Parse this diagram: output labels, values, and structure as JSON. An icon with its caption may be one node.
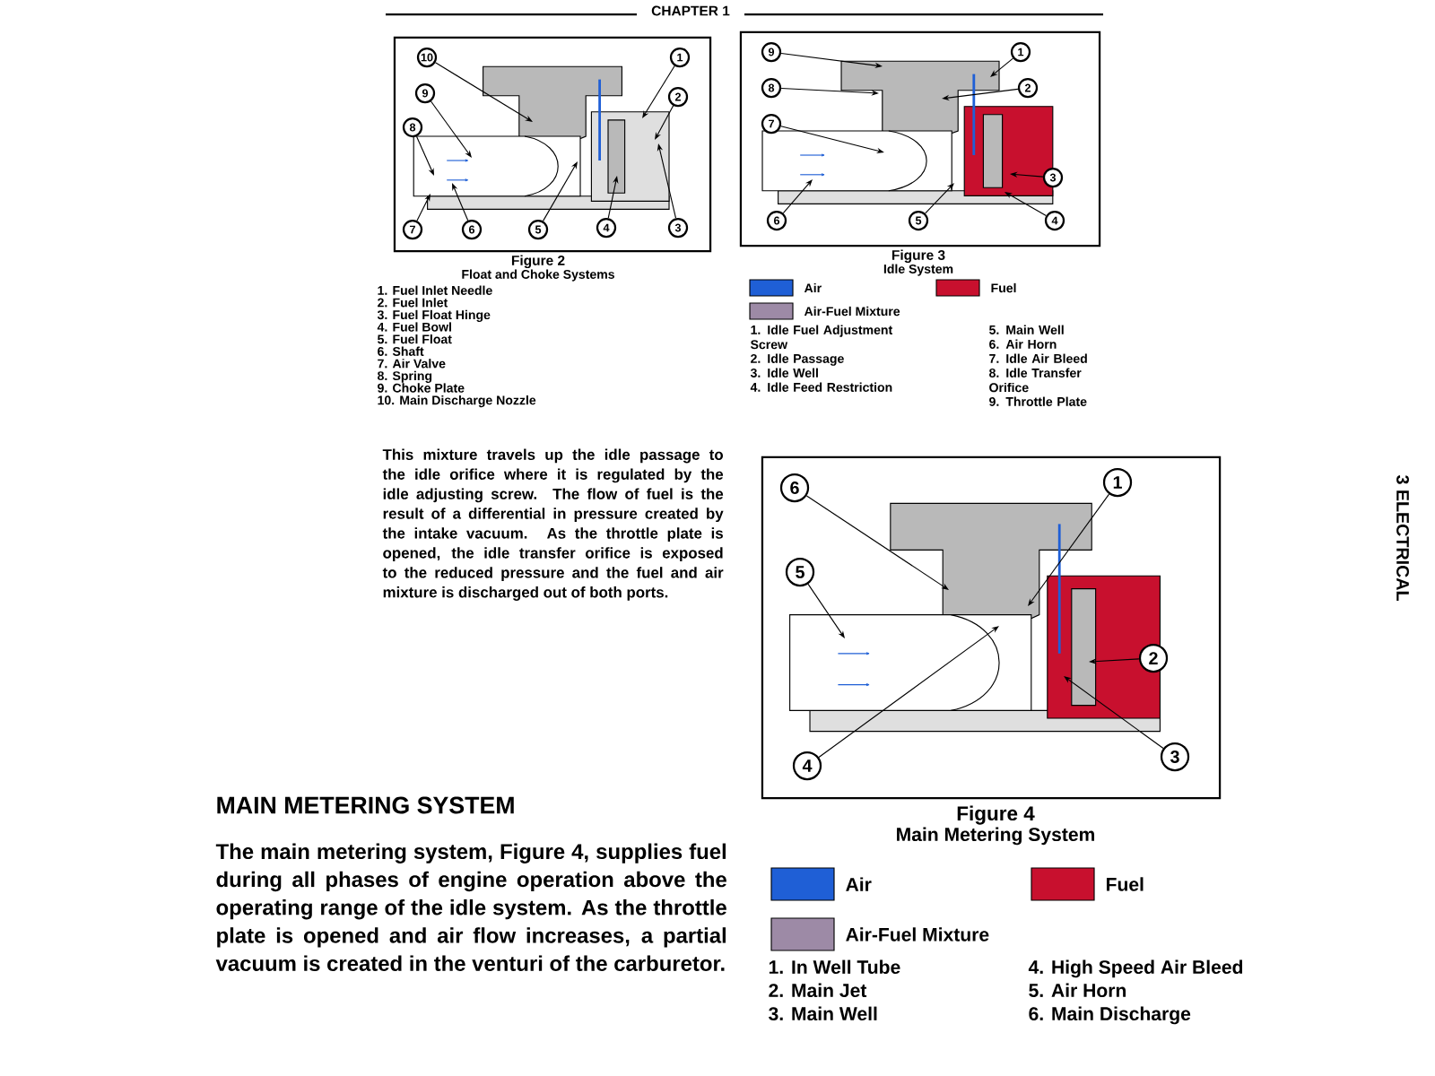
{
  "diagram": {
    "nodes": [
      {
        "text": [],
        "shape": "box"
      },
      {
        "text": [
          "10"
        ],
        "in": 0
      },
      {
        "text": [
          "1"
        ],
        "in": 0
      },
      {
        "text": [
          "9"
        ],
        "in": 0
      },
      {
        "text": [
          "2"
        ],
        "in": 0
      },
      {
        "text": [
          "8"
        ],
        "in": 0
      },
      {
        "text": [
          "7"
        ],
        "in": 0
      },
      {
        "text": [
          "6"
        ],
        "in": 0
      },
      {
        "text": [
          "5"
        ],
        "in": 0
      },
      {
        "text": [
          "4"
        ],
        "in": 0
      },
      {
        "text": [
          "3"
        ],
        "in": 0
      },
      {
        "text": [],
        "shape": "box"
      },
      {
        "text": [
          "9"
        ],
        "in": 11
      },
      {
        "text": [
          "1"
        ],
        "in": 11
      },
      {
        "text": [
          "8"
        ],
        "in": 11
      },
      {
        "text": [
          "2"
        ],
        "in": 11
      },
      {
        "text": [
          "7"
        ],
        "in": 11
      },
      {
        "text": [
          "3"
        ],
        "in": 11
      },
      {
        "text": [
          "6"
        ],
        "in": 11
      },
      {
        "text": [
          "5"
        ],
        "in": 11
      },
      {
        "text": [
          "4"
        ],
        "in": 11
      },
      {
        "text": [],
        "shape": "box"
      },
      {
        "text": [
          "6"
        ],
        "in": 21
      },
      {
        "text": [
          "1"
        ],
        "in": 21
      },
      {
        "text": [
          "5"
        ],
        "in": 21
      },
      {
        "text": [
          "2"
        ],
        "in": 21
      },
      {
        "text": [
          "4"
        ],
        "in": 21
      },
      {
        "text": [
          "3"
        ],
        "in": 21
      }
    ],
    "edges": [
      {
        "from": 1,
        "to": null,
        "arrow": "to"
      },
      {
        "from": 2,
        "to": null,
        "arrow": "to"
      },
      {
        "from": 3,
        "to": null,
        "arrow": "to"
      },
      {
        "from": 4,
        "to": null,
        "arrow": "to"
      },
      {
        "from": 5,
        "to": null,
        "arrow": "to"
      },
      {
        "from": 6,
        "to": null,
        "arrow": "to"
      },
      {
        "from": 7,
        "to": null,
        "arrow": "to"
      },
      {
        "from": 8,
        "to": null,
        "arrow": "to"
      },
      {
        "from": 9,
        "to": null,
        "arrow": "to"
      },
      {
        "from": 10,
        "to": null,
        "arrow": "to"
      },
      {
        "from": 12,
        "to": null,
        "arrow": "to"
      },
      {
        "from": 13,
        "to": null,
        "arrow": "to"
      },
      {
        "from": 14,
        "to": null,
        "arrow": "to"
      },
      {
        "from": 15,
        "to": null,
        "arrow": "to"
      },
      {
        "from": 16,
        "to": null,
        "arrow": "to"
      },
      {
        "from": 17,
        "to": null,
        "arrow": "to"
      },
      {
        "from": 18,
        "to": null,
        "arrow": "to"
      },
      {
        "from": 19,
        "to": null,
        "arrow": "to"
      },
      {
        "from": 20,
        "to": null,
        "arrow": "to"
      },
      {
        "from": 22,
        "to": null,
        "arrow": "to"
      },
      {
        "from": 23,
        "to": null,
        "arrow": "to"
      },
      {
        "from": 24,
        "to": null,
        "arrow": "to"
      },
      {
        "from": 25,
        "to": null,
        "arrow": "to"
      },
      {
        "from": 26,
        "to": null,
        "arrow": "to"
      },
      {
        "from": 27,
        "to": null,
        "arrow": "to"
      }
    ],
    "labels": [
      "CHAPTER 1",
      "Figure 2",
      "Float and Choke Systems",
      "1. Fuel Inlet Needle",
      "2. Fuel Inlet",
      "3. Fuel Float Hinge",
      "4. Fuel Bowl",
      "5. Fuel Float",
      "6. Shaft",
      "7. Air Valve",
      "8. Spring",
      "9. Choke Plate",
      "10. Main Discharge Nozzle",
      "Figure 3",
      "Idle System",
      "1. Idle Fuel Adjustment Screw",
      "2. Idle Passage",
      "3. Idle Well",
      "4. Idle Feed Restriction",
      "5. Main Well",
      "6. Air Horn",
      "7. Idle Air Bleed",
      "8. Idle Transfer Orifice",
      "9. Throttle Plate",
      "This mixture travels up the idle passage to the idle orifice where it is regulated by the idle adjusting screw. The flow of fuel is the result of a differential in pressure created by the intake vacuum. As the throttle plate is opened, the idle transfer orifice is exposed to the reduced pressure and the fuel and air mixture is discharged out of both ports.",
      "Figure 4",
      "Main Metering System",
      "1. In Well Tube",
      "2. Main Jet",
      "3. Main Well",
      "4. High Speed Air Bleed",
      "5. Air Horn",
      "6. Main Discharge",
      "MAIN METERING SYSTEM",
      "The main metering system, Figure 4, supplies fuel during all phases of engine operation above the operating range of the idle system. As the throttle plate is opened and air flow increases, a partial vacuum is created in the venturi of the carburetor.",
      "3 ELECTRICAL"
    ],
    "legend": [
      {
        "text": "Air",
        "color": "#1f5fd6"
      },
      {
        "text": "Fuel",
        "color": "#c8102e"
      },
      {
        "text": "Air-Fuel Mixture",
        "color": "#9d8aa6"
      },
      {
        "text": "Air",
        "color": "#1f5fd6"
      },
      {
        "text": "Fuel",
        "color": "#c8102e"
      },
      {
        "text": "Air-Fuel Mixture",
        "color": "#9d8aa6"
      }
    ]
  }
}
